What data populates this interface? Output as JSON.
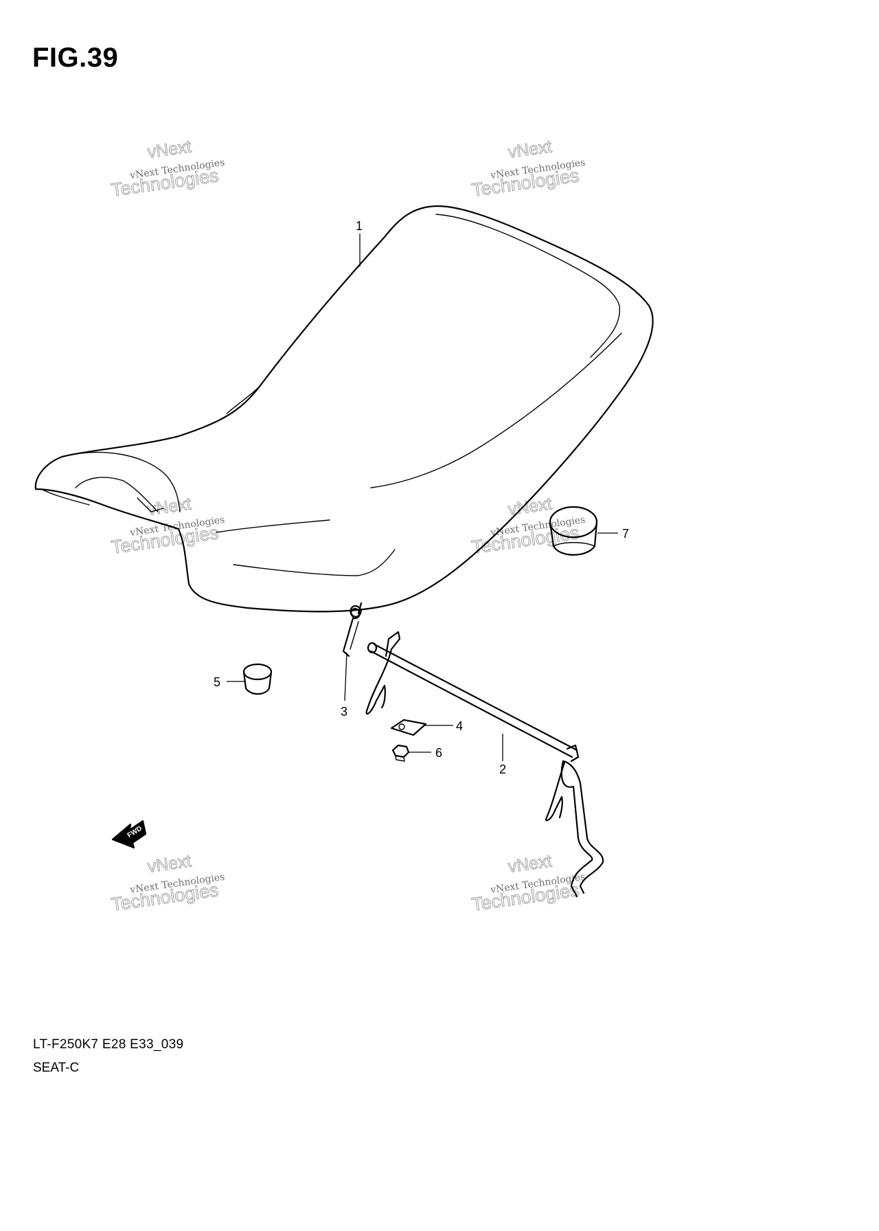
{
  "figure": {
    "title": "FIG.39",
    "model_code": "LT-F250K7 E28 E33_039",
    "section_name": "SEAT-C"
  },
  "callouts": [
    {
      "id": "1",
      "label": "1"
    },
    {
      "id": "2",
      "label": "2"
    },
    {
      "id": "3",
      "label": "3"
    },
    {
      "id": "4",
      "label": "4"
    },
    {
      "id": "5",
      "label": "5"
    },
    {
      "id": "6",
      "label": "6"
    },
    {
      "id": "7",
      "label": "7"
    }
  ],
  "fwd_arrow": {
    "label": "FWD"
  },
  "watermark": {
    "line_top": "vNext",
    "line_small": "vNext Technologies",
    "line_big": "Technologies"
  }
}
